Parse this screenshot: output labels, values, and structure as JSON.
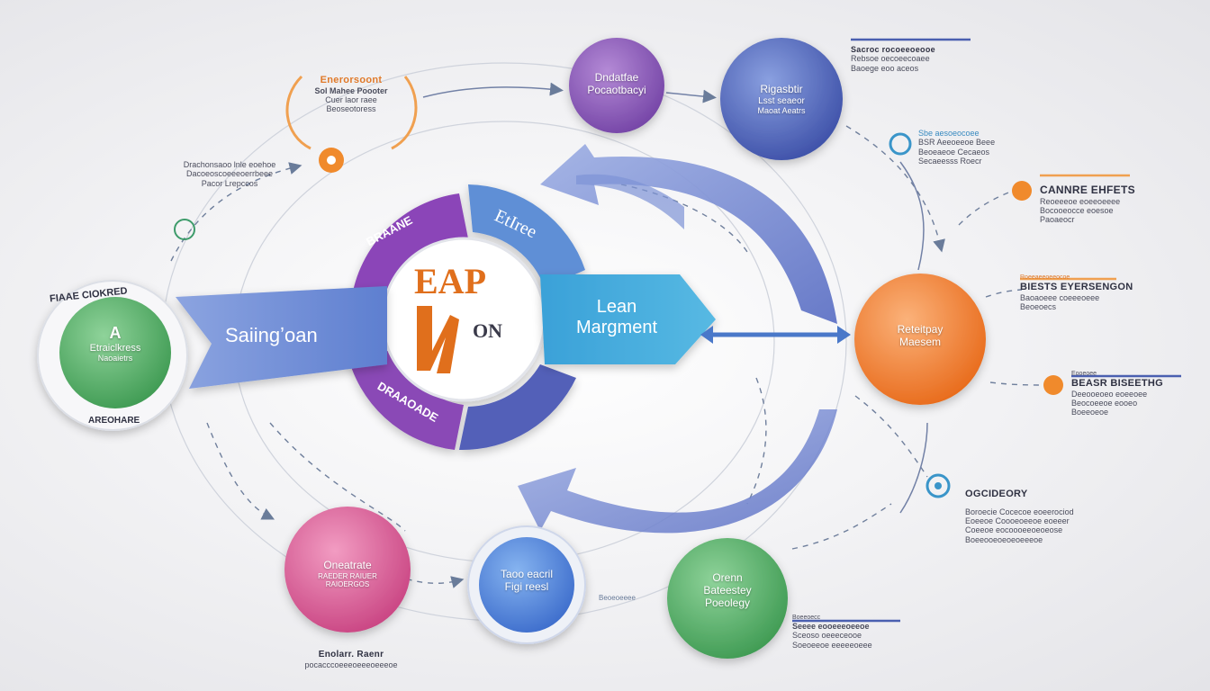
{
  "center": {
    "logo_top": "EAP",
    "logo_side": "ON",
    "ring_top_left": "BRAANE",
    "ring_top_right": "EtIree",
    "ring_bottom": "DRAAOADE"
  },
  "arrows": {
    "left": "Saiingʼoan",
    "right_line1": "Lean",
    "right_line2": "Margment"
  },
  "nodes": {
    "purple": {
      "line1": "Dndatfae",
      "line2": "Pocaotbacyi"
    },
    "blue_top": {
      "line1": "Rigasbtir",
      "line2": "Lsst seaeor",
      "line3": "Maoat Aeatrs"
    },
    "orange": {
      "line1": "Reteitpay",
      "line2": "Maesem"
    },
    "green_left": {
      "line0": "A",
      "line1": "Etraiclkress",
      "line2": "Naoaietrs"
    },
    "pink": {
      "line1": "Oneatrate",
      "line2": "RAEDER RAIUER",
      "line3": "RAIOERGOS"
    },
    "blue_bottom": {
      "line1": "Taoo eacril",
      "line2": "Figi reesl"
    },
    "green_bottom": {
      "line1": "Orenn",
      "line2": "Bateestey",
      "line3": "Poeolegy"
    }
  },
  "labels": {
    "top_left": {
      "title": "Enerorsoont",
      "l1": "Sol Mahee Poooter",
      "l2": "Cuer laor raee",
      "l3": "Beoseotoress"
    },
    "left": {
      "l1": "Drachonsaoo lnle eoehoe",
      "l2": "Dacoeoscoeeeoerrbeee",
      "l3": "Pacor Lrepccos"
    },
    "green_top": "FIAAE CIOKRED",
    "green_bottom": "AREOHARE",
    "top_right": {
      "title": "Sacroc rocoeeoeooe",
      "l1": "Rebsoe oecoeecoaee",
      "l2": "Baoege eoo aceos"
    },
    "right1": {
      "title": "Sbe aesoeocoee",
      "l1": "BSR Aeeoeeoe Beee",
      "l2": "Beoeaeoe Cecaeos",
      "l3": "Secaeesss Roecr"
    },
    "right2": {
      "title": "CANNRE EHFETS",
      "l1": "Reoeeeoe eoeeoeeee",
      "l2": "Bocooeocce eoesoe",
      "l3": "Paoaeocr"
    },
    "right3": {
      "title": "Roeeaeeoeeocoe",
      "l1": "BIESTS EYERSENGON",
      "l2": "Baoaoeee coeeeoeee",
      "l3": "Beoeoecs"
    },
    "right4": {
      "title": "Eooeoee",
      "l1": "BEASR BISEETHG",
      "l2": "Deeooeoeo eoeeoee",
      "l3": "Beocoeeoe eooeo",
      "l4": "Boeeoeoe"
    },
    "right5": {
      "title": "OGCIDEORY",
      "l1": "Boroecie Cocecoe eoeerociod",
      "l2": "Eoeeoe Coooeoeeoe eoeeer",
      "l3": "Coeeoe eocoooeeoeoeose",
      "l4": "Boeeooeoeoeoeeeoe"
    },
    "bottom_center": {
      "title": "Enolarr. Raenr",
      "l1": "pocacccoeeeoeeeoeeeoe"
    },
    "bottom_right": {
      "title": "Boeeoecc",
      "l1": "Seeee eooeeeoeeoe",
      "l2": "Sceoso oeeeceooe",
      "l3": "Soeoeeoe eeeeeoeee"
    },
    "mini_right_arrow": "Beoeoeeee"
  },
  "colors": {
    "purple": "#8a4fb4",
    "blue": "#4a5fb8",
    "orange": "#ef7a2a",
    "green": "#4caa5e",
    "pink": "#d85d94",
    "teal": "#3aa7d4",
    "arrow_blue": "#6b86cc"
  }
}
